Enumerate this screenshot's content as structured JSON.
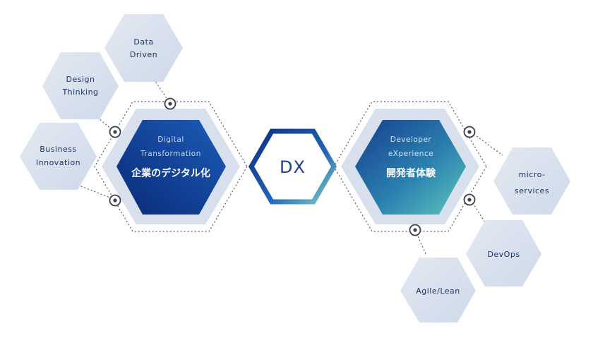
{
  "left_hub": {
    "line1": "Digital",
    "line2": "Transformation",
    "jp": "企業のデジタル化"
  },
  "center": {
    "label": "DX"
  },
  "right_hub": {
    "line1": "Developer",
    "line2": "eXperience",
    "jp": "開発者体験"
  },
  "left_satellites": {
    "data_driven": [
      "Data",
      "Driven"
    ],
    "design_thinking": [
      "Design",
      "Thinking"
    ],
    "business_innovation": [
      "Business",
      "Innovation"
    ]
  },
  "right_satellites": {
    "microservices": [
      "micro-",
      "services"
    ],
    "devops": [
      "DevOps"
    ],
    "agile_lean": [
      "Agile/Lean"
    ]
  },
  "colors": {
    "satellite_fill": "#dbe3ef",
    "satellite_text": "#1d3466",
    "left_hub_dark": "#0a2a78",
    "left_hub_light": "#1c5cb8",
    "right_hub_dark": "#163e8c",
    "right_hub_light": "#5fc7b8",
    "outer_ring": "#d8e0ee",
    "dx_text": "#1d3f8c"
  }
}
